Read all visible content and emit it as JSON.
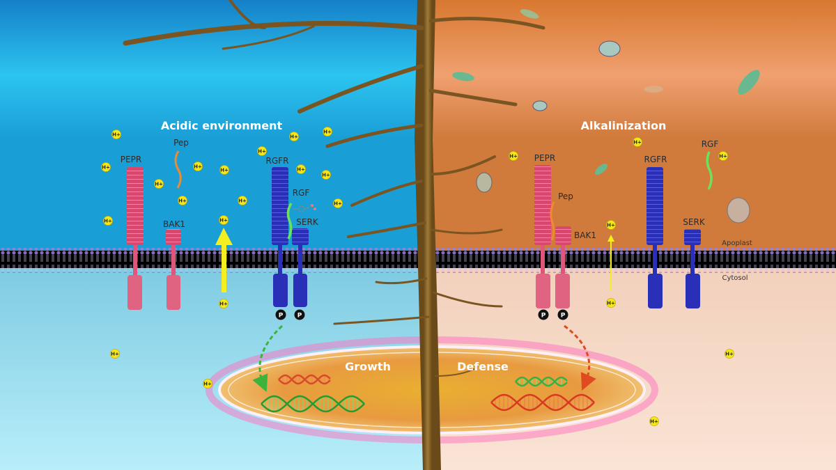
{
  "left_panel": {
    "title": "Acidic environment",
    "receptors": {
      "pepr": "PEPR",
      "pep": "Pep",
      "bak1": "BAK1",
      "rgfr": "RGFR",
      "rgf": "RGF",
      "serk": "SERK"
    },
    "nucleus_label": "Growth"
  },
  "right_panel": {
    "title": "Alkalinization",
    "receptors": {
      "pepr": "PEPR",
      "pep": "Pep",
      "bak1": "BAK1",
      "rgfr": "RGFR",
      "rgf": "RGF",
      "serk": "SERK"
    },
    "nucleus_label": "Defense"
  },
  "compartments": {
    "apoplast": "Apoplast",
    "cytosol": "Cytosol"
  },
  "labels": {
    "proton": "H+",
    "phosphate": "P"
  },
  "colors": {
    "acidic_bg": "#1fb6e8",
    "alkaline_bg": "#e8955a",
    "pepr": "#e0557a",
    "rgfr": "#2a2fb8",
    "pep": "#f08a30",
    "rgf": "#6ee060",
    "proton": "#f5e81a",
    "growth_dna": "#40c040",
    "defense_dna": "#e03a20"
  }
}
